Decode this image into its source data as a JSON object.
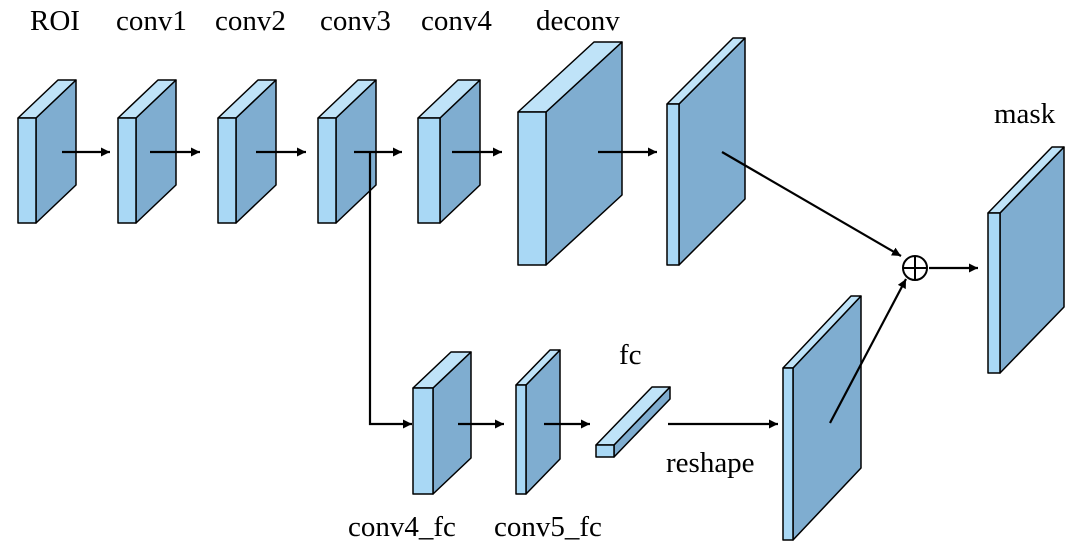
{
  "colors": {
    "front": "#a9d8f5",
    "side": "#7fadd0",
    "top": "#bfe3f8",
    "line": "#000000"
  },
  "nodes": [
    {
      "id": "roi",
      "label": "ROI"
    },
    {
      "id": "conv1",
      "label": "conv1"
    },
    {
      "id": "conv2",
      "label": "conv2"
    },
    {
      "id": "conv3",
      "label": "conv3"
    },
    {
      "id": "conv4",
      "label": "conv4"
    },
    {
      "id": "deconv",
      "label": "deconv"
    },
    {
      "id": "deconv_out",
      "label": ""
    },
    {
      "id": "mask",
      "label": "mask"
    },
    {
      "id": "conv4_fc",
      "label": "conv4_fc"
    },
    {
      "id": "conv5_fc",
      "label": "conv5_fc"
    },
    {
      "id": "fc",
      "label": "fc"
    },
    {
      "id": "reshape",
      "label": "reshape"
    }
  ],
  "operator": {
    "id": "sum",
    "symbol": "⊕"
  },
  "edges": [
    {
      "from": "roi",
      "to": "conv1"
    },
    {
      "from": "conv1",
      "to": "conv2"
    },
    {
      "from": "conv2",
      "to": "conv3"
    },
    {
      "from": "conv3",
      "to": "conv4"
    },
    {
      "from": "conv4",
      "to": "deconv"
    },
    {
      "from": "deconv",
      "to": "deconv_out"
    },
    {
      "from": "deconv_out",
      "to": "sum"
    },
    {
      "from": "conv3",
      "to": "conv4_fc"
    },
    {
      "from": "conv4_fc",
      "to": "conv5_fc"
    },
    {
      "from": "conv5_fc",
      "to": "fc"
    },
    {
      "from": "fc",
      "to": "reshape"
    },
    {
      "from": "reshape",
      "to": "sum"
    },
    {
      "from": "sum",
      "to": "mask"
    }
  ]
}
